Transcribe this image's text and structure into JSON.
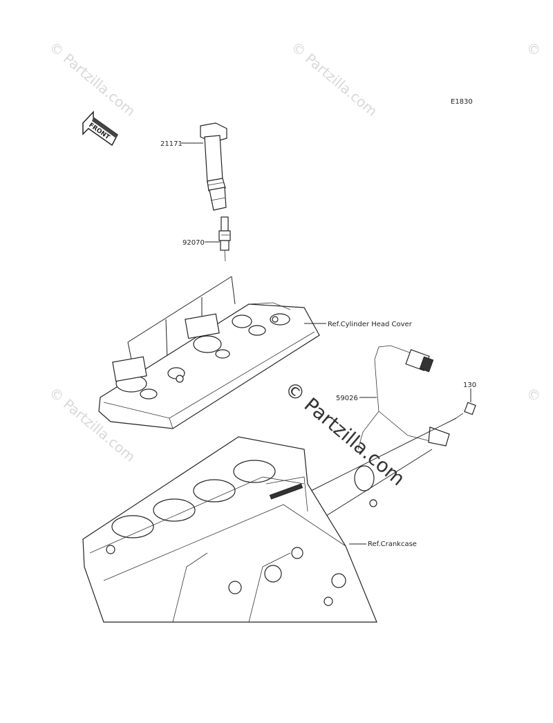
{
  "diagram": {
    "code": "E1830",
    "front_label": "FRONT",
    "watermarks": [
      "© Partzilla.com",
      "© Partzilla.com",
      "© Partzilla.com"
    ],
    "center_watermark": "© Partzilla.com",
    "callouts": [
      {
        "id": "21171"
      },
      {
        "id": "92070"
      },
      {
        "id": "59026"
      },
      {
        "id": "130"
      }
    ],
    "refs": {
      "cylinder_head_cover": "Ref.Cylinder Head Cover",
      "crankcase": "Ref.Crankcase"
    }
  }
}
